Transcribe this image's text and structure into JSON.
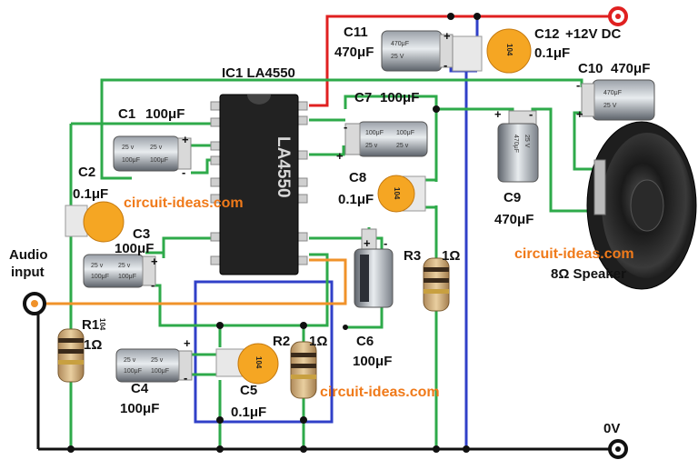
{
  "chip": {
    "ref": "IC1 LA4550",
    "marking": "LA4550"
  },
  "labels": {
    "vcc": "+12V DC",
    "gnd": "0V",
    "audio_input": [
      "Audio",
      "input"
    ],
    "speaker": "8Ω Speaker"
  },
  "components": {
    "C1": {
      "ref": "C1",
      "value": "100μF"
    },
    "C2": {
      "ref": "C2",
      "value": "0.1μF"
    },
    "C3": {
      "ref": "C3",
      "value": "100μF"
    },
    "C4": {
      "ref": "C4",
      "value": "100μF"
    },
    "C5": {
      "ref": "C5",
      "value": "0.1μF"
    },
    "C6": {
      "ref": "C6",
      "value": "100μF"
    },
    "C7": {
      "ref": "C7",
      "value": "100μF"
    },
    "C8": {
      "ref": "C8",
      "value": "0.1μF"
    },
    "C9": {
      "ref": "C9",
      "value": "470μF"
    },
    "C10": {
      "ref": "C10",
      "value": "470μF"
    },
    "C11": {
      "ref": "C11",
      "value": "470μF"
    },
    "C12": {
      "ref": "C12",
      "value": "0.1μF"
    },
    "R1": {
      "ref": "R1",
      "value": "1Ω"
    },
    "R2": {
      "ref": "R2",
      "value": "1Ω"
    },
    "R3": {
      "ref": "R3",
      "value": "1Ω"
    }
  },
  "part_markings": {
    "ceramic": "104",
    "elec_100": [
      "25 v",
      "100μF"
    ],
    "elec_470": [
      "470μF",
      "25 V"
    ]
  },
  "polarity": {
    "plus": "+",
    "minus": "-"
  },
  "watermark": "circuit-ideas.com",
  "colors": {
    "wire_green": "#2eaa4a",
    "wire_red": "#e02020",
    "wire_blue": "#3040c8",
    "wire_orange": "#f0922a",
    "wire_purple": "#4a3aa8",
    "ground_black": "#111111",
    "watermark_orange": "#f07a1a",
    "ceramic_orange": "#f5a623",
    "chip_black": "#222222"
  }
}
